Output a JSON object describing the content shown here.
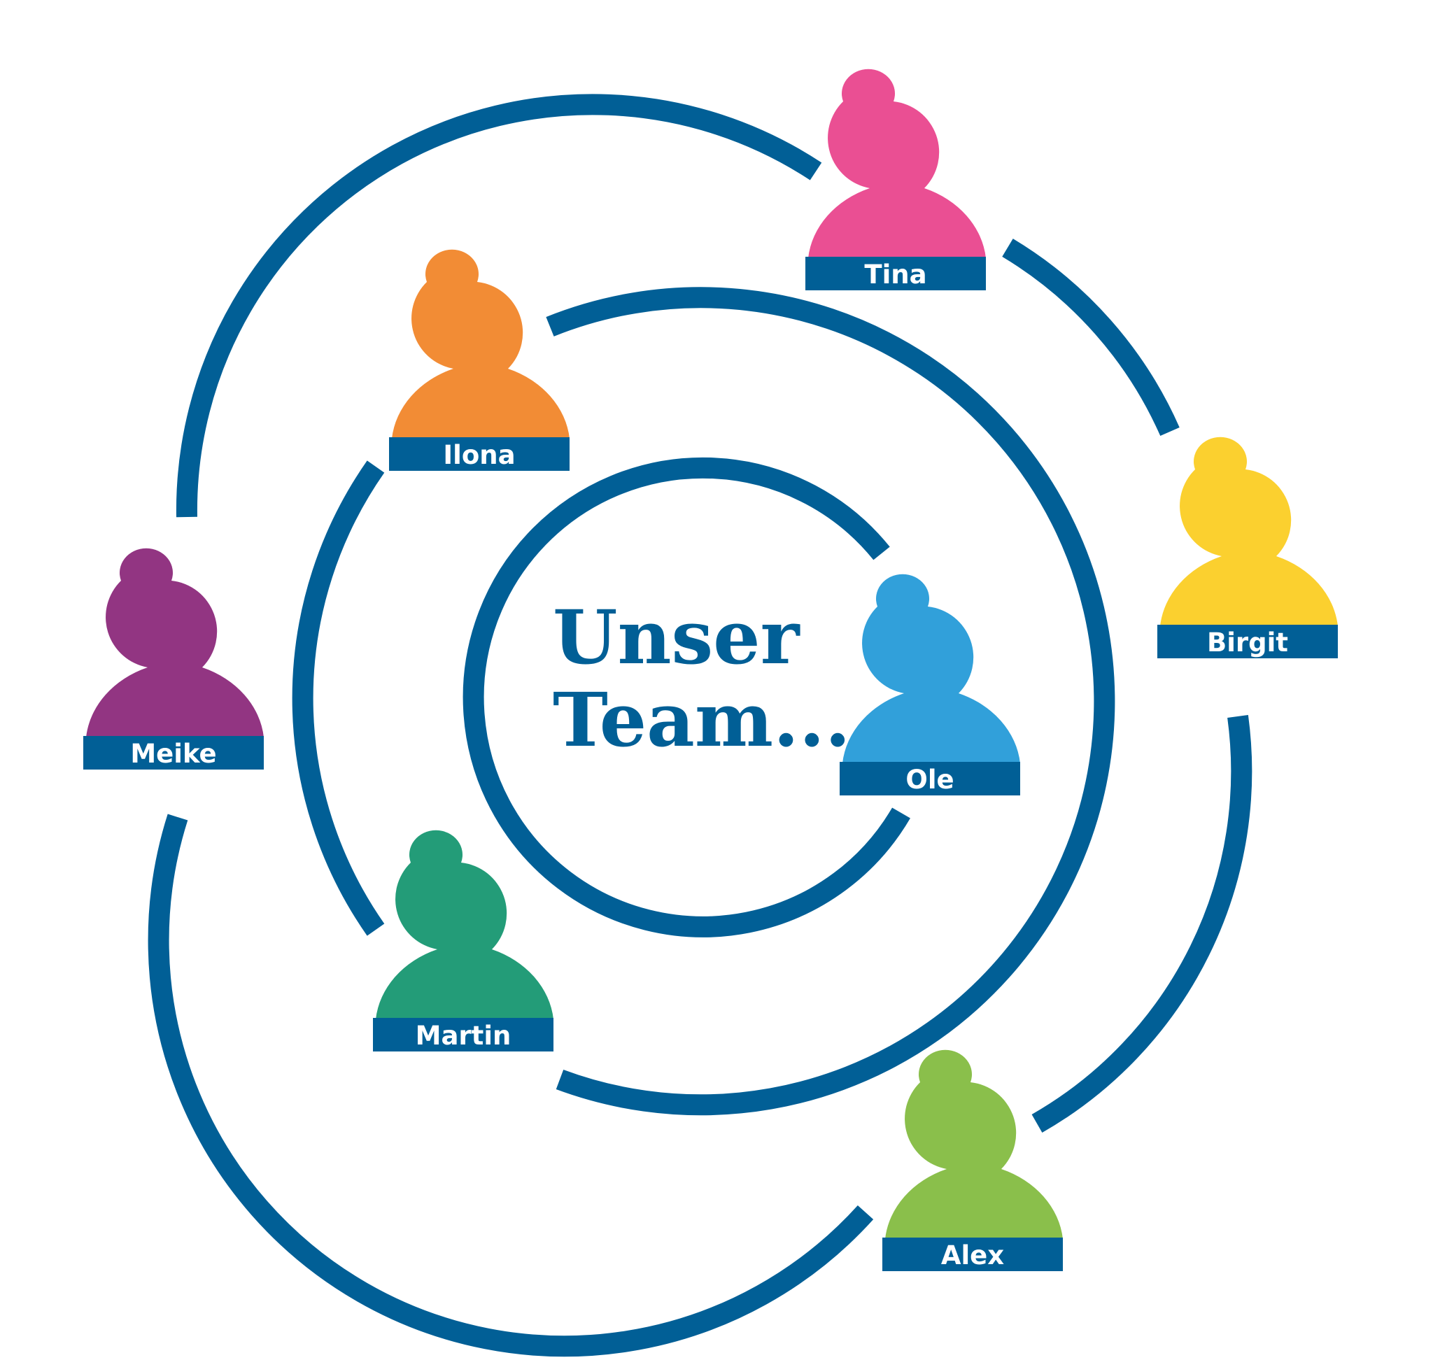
{
  "title": {
    "line1": "Unser",
    "line2": "Team..."
  },
  "colors": {
    "ring": "#015f96",
    "label_bg": "#015f96",
    "label_text": "#ffffff",
    "title": "#015f96"
  },
  "members": [
    {
      "id": "tina",
      "name": "Tina",
      "color": "#ea4f93",
      "icon": "person-pawn-icon"
    },
    {
      "id": "ilona",
      "name": "Ilona",
      "color": "#f28c35",
      "icon": "person-pawn-icon"
    },
    {
      "id": "birgit",
      "name": "Birgit",
      "color": "#fbd02f",
      "icon": "person-pawn-icon"
    },
    {
      "id": "meike",
      "name": "Meike",
      "color": "#923582",
      "icon": "person-pawn-icon"
    },
    {
      "id": "ole",
      "name": "Ole",
      "color": "#31a0da",
      "icon": "person-pawn-icon"
    },
    {
      "id": "martin",
      "name": "Martin",
      "color": "#239c78",
      "icon": "person-pawn-icon"
    },
    {
      "id": "alex",
      "name": "Alex",
      "color": "#8abf4b",
      "icon": "person-pawn-icon"
    }
  ]
}
